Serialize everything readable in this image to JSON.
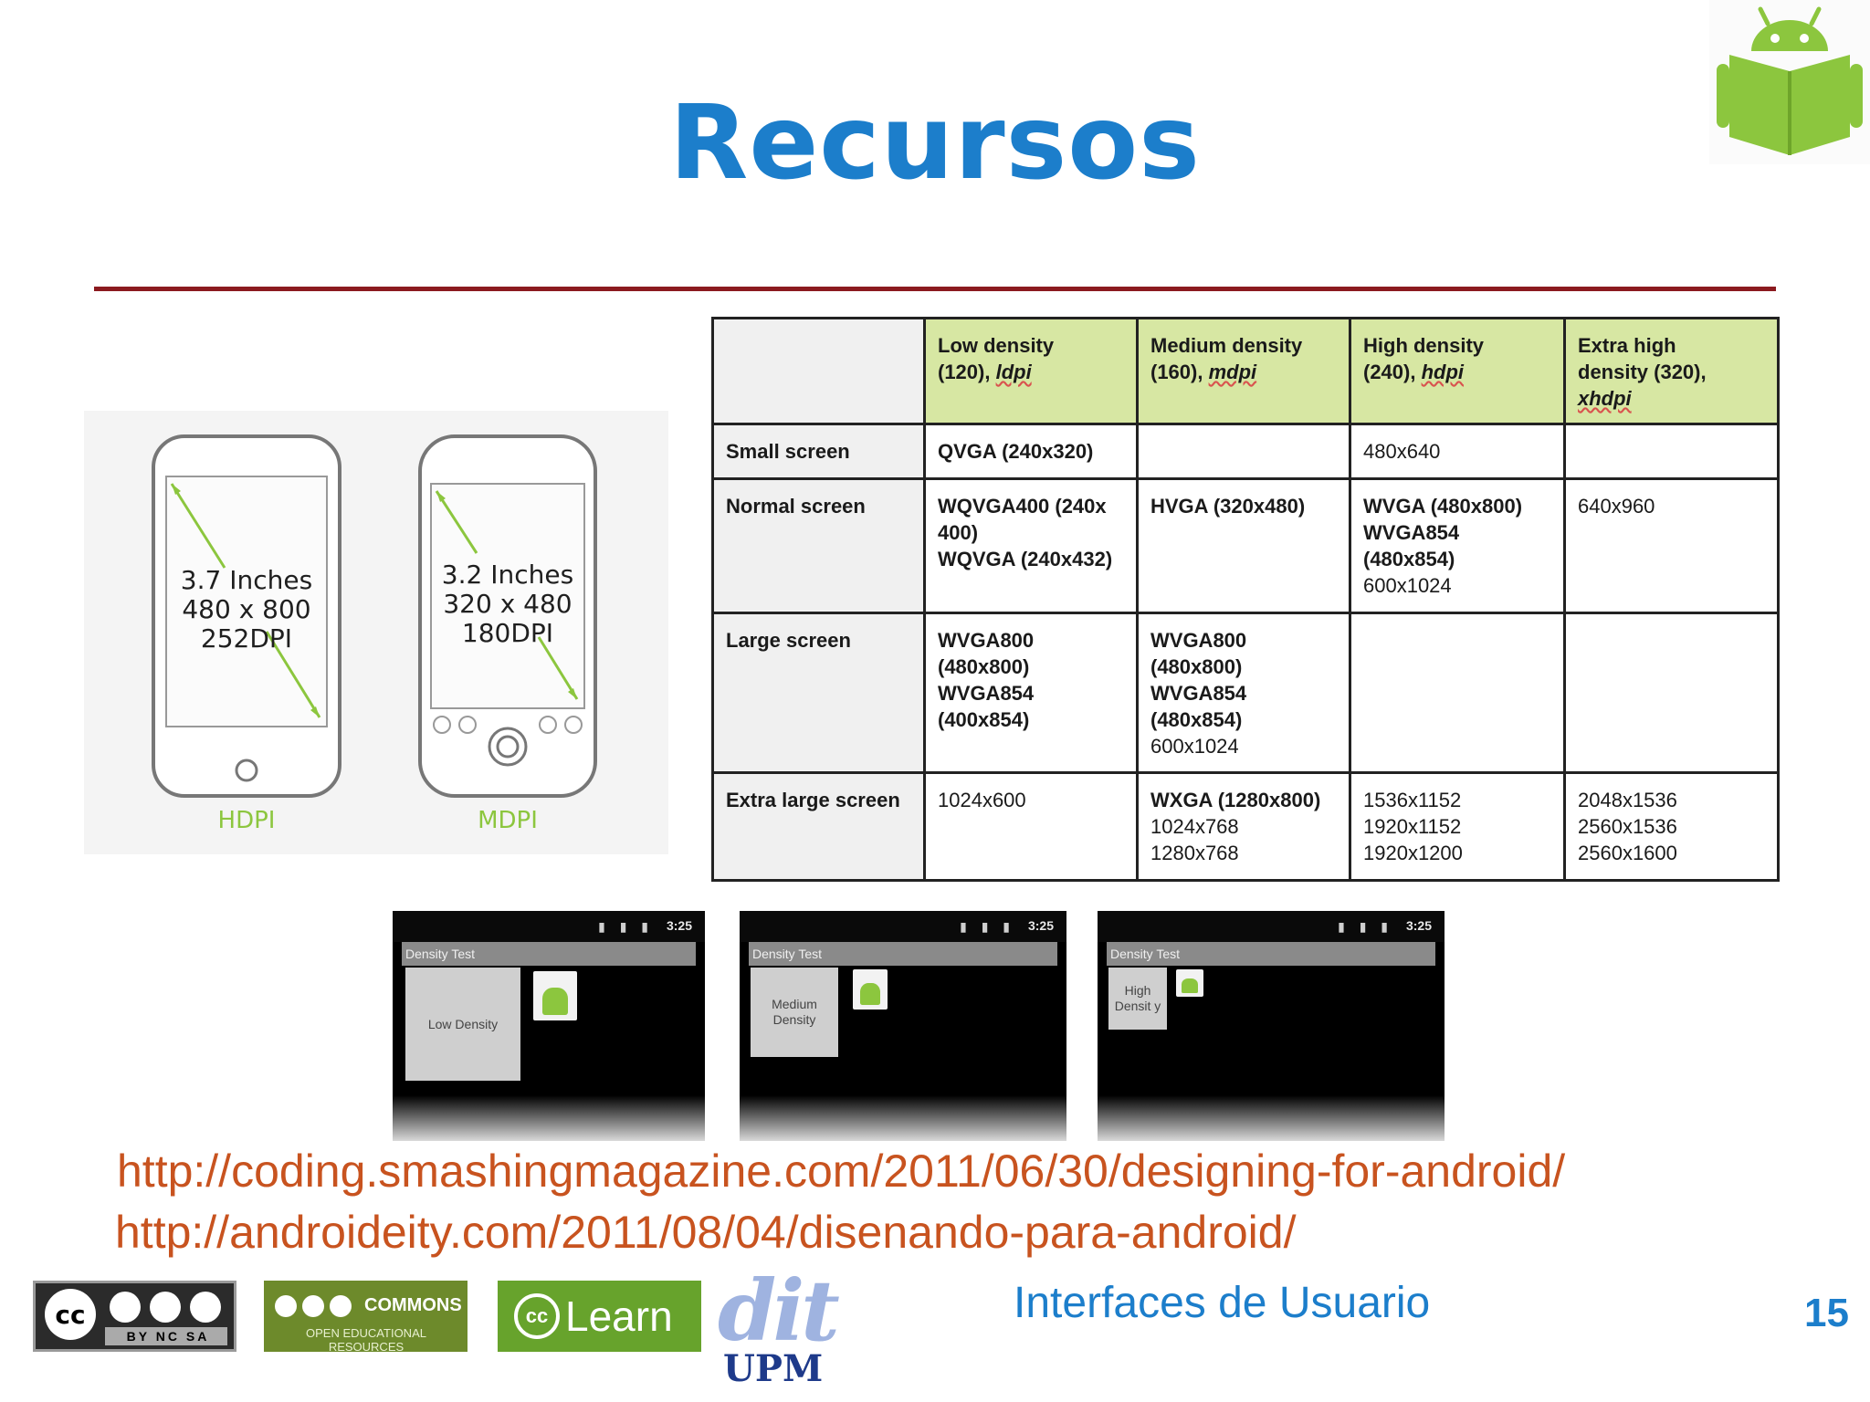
{
  "title": "Recursos",
  "phones": {
    "hdpi": {
      "line1": "3.7 Inches",
      "line2": "480 x 800",
      "line3": "252DPI",
      "label": "HDPI"
    },
    "mdpi": {
      "line1": "3.2 Inches",
      "line2": "320 x 480",
      "line3": "180DPI",
      "label": "MDPI"
    }
  },
  "table": {
    "headers": [
      {
        "line1": "Low density",
        "line2a": "(120), ",
        "abbr": "ldpi"
      },
      {
        "line1": "Medium density",
        "line2a": "(160), ",
        "abbr": "mdpi"
      },
      {
        "line1": "High density",
        "line2a": "(240), ",
        "abbr": "hdpi"
      },
      {
        "line1": "Extra high",
        "line2a": "density (320),",
        "abbr": "xhdpi"
      }
    ],
    "rows": [
      {
        "label": "Small screen",
        "cells": [
          [
            "QVGA (240x320)"
          ],
          [],
          [
            "480x640"
          ],
          []
        ]
      },
      {
        "label": "Normal screen",
        "cells": [
          [
            "WQVGA400 (240x 400)",
            "WQVGA (240x432)"
          ],
          [
            "HVGA (320x480)"
          ],
          [
            "WVGA (480x800)",
            "WVGA854 (480x854)",
            "600x1024"
          ],
          [
            "640x960"
          ]
        ]
      },
      {
        "label": "Large screen",
        "cells": [
          [
            "WVGA800 (480x800)",
            "WVGA854 (400x854)"
          ],
          [
            "WVGA800 (480x800)",
            "WVGA854 (480x854)",
            "600x1024"
          ],
          [],
          []
        ]
      },
      {
        "label": "Extra large screen",
        "cells": [
          [
            "1024x600"
          ],
          [
            "WXGA (1280x800)",
            "1024x768",
            "1280x768"
          ],
          [
            "1536x1152",
            "1920x1152",
            "1920x1200"
          ],
          [
            "2048x1536",
            "2560x1536",
            "2560x1600"
          ]
        ]
      }
    ]
  },
  "screenshots": [
    {
      "clock": "3:25",
      "app_title": "Density Test",
      "box_label": "Low Density"
    },
    {
      "clock": "3:25",
      "app_title": "Density Test",
      "box_label": "Medium Density"
    },
    {
      "clock": "3:25",
      "app_title": "Density Test",
      "box_label": "High Densit y"
    }
  ],
  "links": [
    "http://coding.smashingmagazine.com/2011/06/30/designing-for-android/",
    "http://androideity.com/2011/08/04/disenando-para-android/"
  ],
  "footer": {
    "course_title": "Interfaces de Usuario",
    "page_number": "15",
    "cc_badge_text": "BY NC SA",
    "occ_badge_top": "COMMONS",
    "occ_badge_bottom": "OPEN EDUCATIONAL RESOURCES",
    "learn_badge": "Learn",
    "dit_logo_top": "dit",
    "dit_logo_bottom": "UPM"
  },
  "colors": {
    "title_blue": "#1c7ecb",
    "rule_red": "#8b1a1f",
    "header_green": "#d7e7a3",
    "link_orange": "#c8531f",
    "android_green": "#8cc63e"
  }
}
